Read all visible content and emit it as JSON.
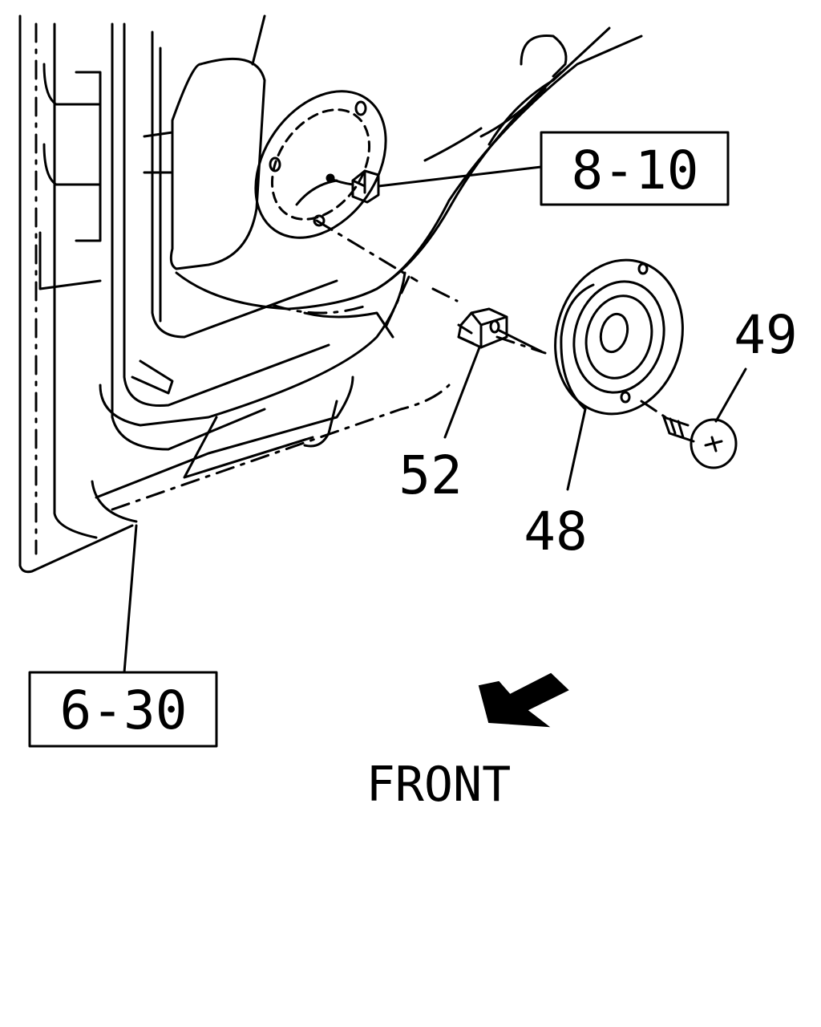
{
  "callouts": {
    "ref_top": "8-10",
    "ref_bottom": "6-30"
  },
  "parts": {
    "p48": "48",
    "p49": "49",
    "p52": "52"
  },
  "direction": {
    "label": "FRONT"
  }
}
